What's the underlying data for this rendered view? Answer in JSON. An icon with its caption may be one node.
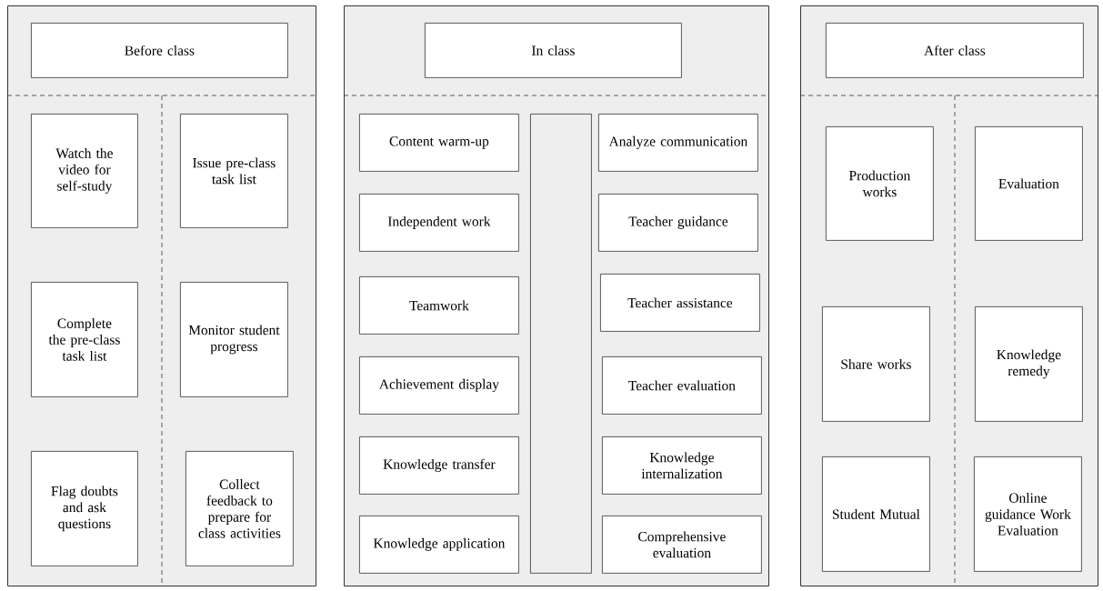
{
  "diagram": {
    "nodes": [
      {
        "text": [],
        "shape": "box"
      },
      {
        "text": [
          "Before class"
        ],
        "in": 0
      },
      {
        "text": [
          "Watch the video for self-study"
        ],
        "in": 0
      },
      {
        "text": [
          "Issue pre-class task list"
        ],
        "in": 0
      },
      {
        "text": [
          "Complete the pre-class task list"
        ],
        "in": 0
      },
      {
        "text": [
          "Monitor student progress"
        ],
        "in": 0
      },
      {
        "text": [
          "Flag doubts and ask questions"
        ],
        "in": 0
      },
      {
        "text": [
          "Collect feedback to prepare for class activities"
        ],
        "in": 0
      },
      {
        "text": [],
        "shape": "box"
      },
      {
        "text": [
          "In class"
        ],
        "in": 8
      },
      {
        "text": [
          "Content warm-up"
        ],
        "in": 8
      },
      {
        "text": [],
        "shape": "bar",
        "in": 8
      },
      {
        "text": [
          "Analyze communication"
        ],
        "in": 8
      },
      {
        "text": [
          "Independent work"
        ],
        "in": 8
      },
      {
        "text": [
          "Teacher guidance"
        ],
        "in": 8
      },
      {
        "text": [
          "Teamwork"
        ],
        "in": 8
      },
      {
        "text": [
          "Teacher assistance"
        ],
        "in": 8
      },
      {
        "text": [
          "Achievement display"
        ],
        "in": 8
      },
      {
        "text": [
          "Teacher evaluation"
        ],
        "in": 8
      },
      {
        "text": [
          "Knowledge transfer"
        ],
        "in": 8
      },
      {
        "text": [
          "Knowledge internalization"
        ],
        "in": 8
      },
      {
        "text": [
          "Knowledge application"
        ],
        "in": 8
      },
      {
        "text": [
          "Comprehensive evaluation"
        ],
        "in": 8
      },
      {
        "text": [],
        "shape": "box"
      },
      {
        "text": [
          "After class"
        ],
        "in": 23
      },
      {
        "text": [
          "Production works"
        ],
        "in": 23
      },
      {
        "text": [
          "Evaluation"
        ],
        "in": 23
      },
      {
        "text": [
          "Share works"
        ],
        "in": 23
      },
      {
        "text": [
          "Knowledge remedy"
        ],
        "in": 23
      },
      {
        "text": [
          "Student Mutual"
        ],
        "in": 23
      },
      {
        "text": [
          "Online guidance Work Evaluation"
        ],
        "in": 23
      }
    ]
  }
}
